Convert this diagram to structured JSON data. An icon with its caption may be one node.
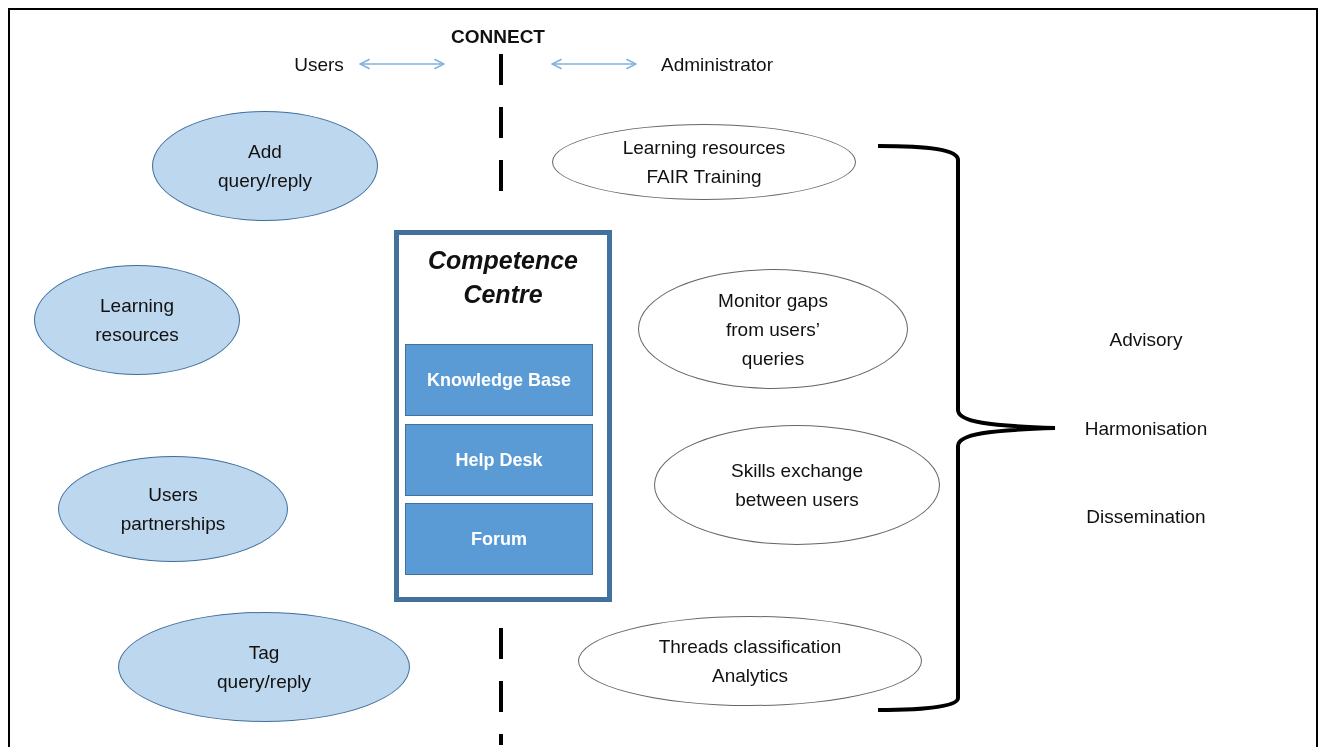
{
  "diagram": {
    "nodes": [
      {
        "text": [
          "CONNECT"
        ]
      },
      {
        "text": [
          "Users"
        ]
      },
      {
        "text": [
          "Administrator"
        ]
      },
      {
        "text": [
          "Add query/reply"
        ]
      },
      {
        "text": [
          "Learning resources"
        ]
      },
      {
        "text": [
          "Users partnerships"
        ]
      },
      {
        "text": [
          "Tag query/reply"
        ]
      },
      {
        "text": [
          "Competence Centre"
        ]
      },
      {
        "text": [
          "Knowledge Base"
        ],
        "in": 7
      },
      {
        "text": [
          "Help Desk"
        ],
        "in": 7
      },
      {
        "text": [
          "Forum"
        ],
        "in": 7
      },
      {
        "text": [
          "Learning resources FAIR Training"
        ]
      },
      {
        "text": [
          "Monitor gaps from users’ queries"
        ]
      },
      {
        "text": [
          "Skills exchange between users"
        ]
      },
      {
        "text": [
          "Threads classification Analytics"
        ]
      }
    ],
    "edges": [
      {
        "from": 1,
        "to": 0,
        "arrow": "both"
      },
      {
        "from": 0,
        "to": 2,
        "arrow": "both"
      }
    ],
    "labels": [
      "Advisory",
      "Harmonisation",
      "Dissemination"
    ]
  }
}
